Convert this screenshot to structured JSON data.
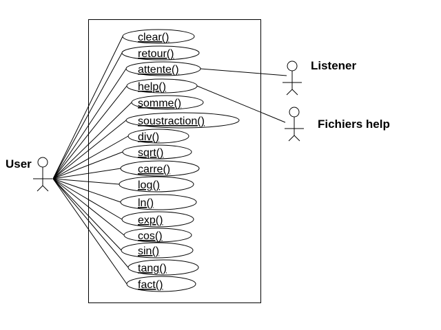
{
  "diagram": {
    "type": "use-case",
    "system_boundary": {
      "label": ""
    },
    "actors": [
      {
        "id": "user",
        "label": "User"
      },
      {
        "id": "listener",
        "label": "Listener"
      },
      {
        "id": "fichiers_help",
        "label": "Fichiers help"
      }
    ],
    "use_cases": [
      {
        "id": "clear",
        "label": "clear()"
      },
      {
        "id": "retour",
        "label": "retour()"
      },
      {
        "id": "attente",
        "label": "attente()"
      },
      {
        "id": "help",
        "label": "help()"
      },
      {
        "id": "somme",
        "label": "somme()"
      },
      {
        "id": "soustraction",
        "label": "soustraction()"
      },
      {
        "id": "div",
        "label": "div()"
      },
      {
        "id": "sqrt",
        "label": "sqrt()"
      },
      {
        "id": "carre",
        "label": "carre()"
      },
      {
        "id": "log",
        "label": "log()"
      },
      {
        "id": "ln",
        "label": "ln()"
      },
      {
        "id": "exp",
        "label": "exp()"
      },
      {
        "id": "cos",
        "label": "cos()"
      },
      {
        "id": "sin",
        "label": "sin()"
      },
      {
        "id": "tang",
        "label": "tang()"
      },
      {
        "id": "fact",
        "label": "fact()"
      }
    ],
    "associations": [
      [
        "user",
        "clear"
      ],
      [
        "user",
        "retour"
      ],
      [
        "user",
        "attente"
      ],
      [
        "user",
        "help"
      ],
      [
        "user",
        "somme"
      ],
      [
        "user",
        "soustraction"
      ],
      [
        "user",
        "div"
      ],
      [
        "user",
        "sqrt"
      ],
      [
        "user",
        "carre"
      ],
      [
        "user",
        "log"
      ],
      [
        "user",
        "ln"
      ],
      [
        "user",
        "exp"
      ],
      [
        "user",
        "cos"
      ],
      [
        "user",
        "sin"
      ],
      [
        "user",
        "tang"
      ],
      [
        "user",
        "fact"
      ],
      [
        "listener",
        "attente"
      ],
      [
        "fichiers_help",
        "help"
      ]
    ]
  }
}
